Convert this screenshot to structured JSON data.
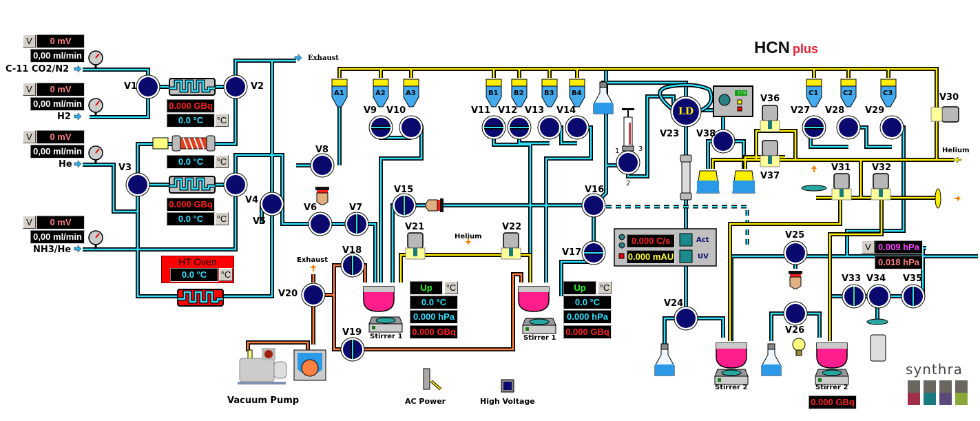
{
  "title": {
    "main": "HCN",
    "sub": "plus"
  },
  "brand": "synthra",
  "brand_colors": [
    "#a03048",
    "#1a7a80",
    "#5a4a7a",
    "#8aa838"
  ],
  "gas_inputs": [
    {
      "name": "C-11 CO2/N2",
      "button": "V",
      "voltage": "0 mV",
      "flow": "0,00 ml/min"
    },
    {
      "name": "H2",
      "button": "V",
      "voltage": "0 mV",
      "flow": "0,00 ml/min"
    },
    {
      "name": "He",
      "button": "V",
      "voltage": "0 mV",
      "flow": "0,00 ml/min"
    },
    {
      "name": "NH3/He",
      "button": "V",
      "voltage": "0 mV",
      "flow": "0,00 ml/min"
    }
  ],
  "oven1": {
    "activity": "0.000 GBq",
    "temp": "0.0 °C",
    "unit_button": "°C"
  },
  "heater": {
    "temp": "0.0 °C",
    "unit_button": "°C"
  },
  "oven2": {
    "activity": "0.000 GBq",
    "temp": "0.0 °C",
    "unit_button": "°C"
  },
  "ht_oven": {
    "label": "HT Oven",
    "temp": "0.0 °C",
    "unit_button": "°C"
  },
  "labels": {
    "exhaust_top": "Exhaust",
    "exhaust_pump": "Exhaust",
    "helium_mid": "Helium",
    "helium_right": "Helium",
    "vacuum_pump": "Vacuum Pump",
    "ac_power": "AC Power",
    "high_voltage": "High Voltage",
    "syringe_ports": [
      "1",
      "2",
      "3"
    ],
    "ld": "LD"
  },
  "reagents": [
    "A1",
    "A2",
    "A3",
    "B1",
    "B2",
    "B3",
    "B4",
    "C1",
    "C2",
    "C3"
  ],
  "valves": [
    "V1",
    "V2",
    "V3",
    "V4",
    "V5",
    "V6",
    "V7",
    "V8",
    "V9",
    "V10",
    "V11",
    "V12",
    "V13",
    "V14",
    "V15",
    "V16",
    "V17",
    "V18",
    "V19",
    "V20",
    "V21",
    "V22",
    "V23",
    "V24",
    "V25",
    "V26",
    "V27",
    "V28",
    "V29",
    "V30",
    "V31",
    "V32",
    "V33",
    "V34",
    "V35",
    "V36",
    "V37",
    "V38"
  ],
  "reactor1": {
    "status": "Up",
    "unit_button": "°C",
    "temp": "0.0 °C",
    "pressure": "0.000 hPa",
    "activity": "0.000 GBq",
    "stirrer": "Stirrer 1"
  },
  "reactor2": {
    "status": "Up",
    "unit_button": "°C",
    "temp": "0.0 °C",
    "pressure": "0.000 hPa",
    "activity": "0.000 GBq",
    "stirrer": "Stirrer 1"
  },
  "detector": {
    "activity": "0.000 C/s",
    "uv": "0.000 mAU",
    "act_label": "Act",
    "uv_label": "UV"
  },
  "pump_display": "170",
  "stirrer2a": "Stirrer 2",
  "stirrer2b": "Stirrer 2",
  "final_activity": "0.000 GBq",
  "vacuum": {
    "button": "V",
    "p1": "0.009 hPa",
    "p2": "0.018 hPa"
  }
}
